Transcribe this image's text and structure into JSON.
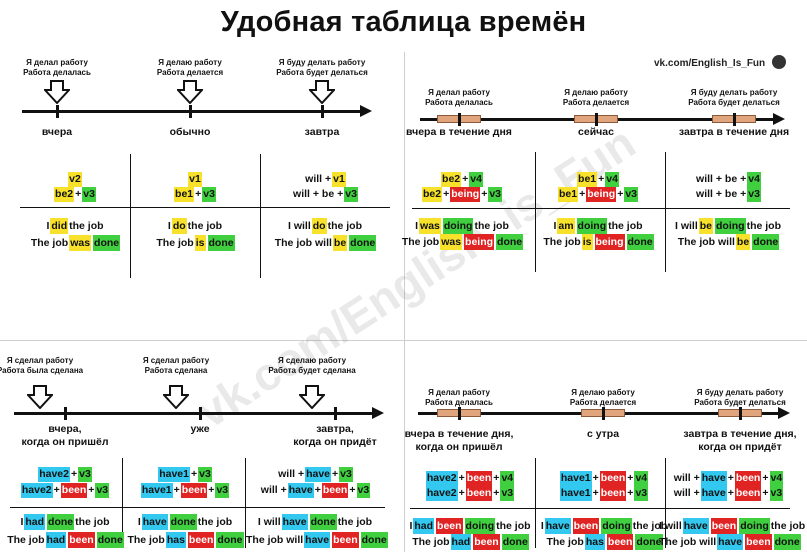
{
  "title": "Удобная таблица времён",
  "vk_link": "vk.com/English_Is_Fun",
  "watermark": "vk.com/English_is_Fun",
  "colors": {
    "yellow": "#f7e12a",
    "green": "#3fcf3f",
    "red": "#e02424",
    "cyan": "#32c8ef",
    "bar": "#e0a57c"
  },
  "q1": {
    "markers": [
      {
        "l1": "Я делал работу",
        "l2": "Работа делалась"
      },
      {
        "l1": "Я делаю работу",
        "l2": "Работа делается"
      },
      {
        "l1": "Я буду делать работу",
        "l2": "Работа будет делаться"
      }
    ],
    "captions": [
      "вчера",
      "обычно",
      "завтра"
    ],
    "formulas": [
      [
        [
          [
            "v2",
            "y"
          ]
        ],
        [
          [
            "be2",
            "y"
          ],
          [
            " + ",
            ""
          ],
          [
            "v3",
            "g"
          ]
        ]
      ],
      [
        [
          [
            "v1",
            "y"
          ]
        ],
        [
          [
            "be1",
            "y"
          ],
          [
            " + ",
            ""
          ],
          [
            "v3",
            "g"
          ]
        ]
      ],
      [
        [
          [
            "will + ",
            ""
          ],
          [
            "v1",
            "y"
          ]
        ],
        [
          [
            "will + be + ",
            ""
          ],
          [
            "v3",
            "g"
          ]
        ]
      ]
    ],
    "examples": [
      [
        [
          [
            "I ",
            ""
          ],
          [
            "did",
            "y"
          ],
          [
            " the job",
            ""
          ]
        ],
        [
          [
            "The job ",
            ""
          ],
          [
            "was",
            "y"
          ],
          [
            " ",
            ""
          ],
          [
            "done",
            "g"
          ]
        ]
      ],
      [
        [
          [
            "I ",
            ""
          ],
          [
            "do",
            "y"
          ],
          [
            " the job",
            ""
          ]
        ],
        [
          [
            "The job ",
            ""
          ],
          [
            "is",
            "y"
          ],
          [
            " ",
            ""
          ],
          [
            "done",
            "g"
          ]
        ]
      ],
      [
        [
          [
            "I will ",
            ""
          ],
          [
            "do",
            "y"
          ],
          [
            " the job",
            ""
          ]
        ],
        [
          [
            "The job will ",
            ""
          ],
          [
            "be",
            "y"
          ],
          [
            " ",
            ""
          ],
          [
            "done",
            "g"
          ]
        ]
      ]
    ]
  },
  "q2": {
    "markers": [
      {
        "l1": "Я делал работу",
        "l2": "Работа делалась"
      },
      {
        "l1": "Я делаю работу",
        "l2": "Работа делается"
      },
      {
        "l1": "Я буду делать работу",
        "l2": "Работа будет делаться"
      }
    ],
    "captions": [
      "вчера в течение дня",
      "сейчас",
      "завтра в течение дня"
    ],
    "formulas": [
      [
        [
          [
            "be2",
            "y"
          ],
          [
            " + ",
            ""
          ],
          [
            "v4",
            "g"
          ]
        ],
        [
          [
            "be2",
            "y"
          ],
          [
            " + ",
            ""
          ],
          [
            "being",
            "r"
          ],
          [
            " + ",
            ""
          ],
          [
            "v3",
            "g"
          ]
        ]
      ],
      [
        [
          [
            "be1",
            "y"
          ],
          [
            " + ",
            ""
          ],
          [
            "v4",
            "g"
          ]
        ],
        [
          [
            "be1",
            "y"
          ],
          [
            " + ",
            ""
          ],
          [
            "being",
            "r"
          ],
          [
            " + ",
            ""
          ],
          [
            "v3",
            "g"
          ]
        ]
      ],
      [
        [
          [
            "will + be + ",
            ""
          ],
          [
            "v4",
            "g"
          ]
        ],
        [
          [
            "will + be + ",
            ""
          ],
          [
            "v3",
            "g"
          ]
        ]
      ]
    ],
    "examples": [
      [
        [
          [
            "I ",
            ""
          ],
          [
            "was",
            "y"
          ],
          [
            " ",
            ""
          ],
          [
            "doing",
            "g"
          ],
          [
            " the job",
            ""
          ]
        ],
        [
          [
            "The job ",
            ""
          ],
          [
            "was",
            "y"
          ],
          [
            " ",
            ""
          ],
          [
            "being",
            "r"
          ],
          [
            " ",
            ""
          ],
          [
            "done",
            "g"
          ]
        ]
      ],
      [
        [
          [
            "I ",
            ""
          ],
          [
            "am",
            "y"
          ],
          [
            " ",
            ""
          ],
          [
            "doing",
            "g"
          ],
          [
            " the job",
            ""
          ]
        ],
        [
          [
            "The job ",
            ""
          ],
          [
            "is",
            "y"
          ],
          [
            " ",
            ""
          ],
          [
            "being",
            "r"
          ],
          [
            " ",
            ""
          ],
          [
            "done",
            "g"
          ]
        ]
      ],
      [
        [
          [
            "I will ",
            ""
          ],
          [
            "be",
            "y"
          ],
          [
            " ",
            ""
          ],
          [
            "doing",
            "g"
          ],
          [
            " the job",
            ""
          ]
        ],
        [
          [
            "The job will ",
            ""
          ],
          [
            "be",
            "y"
          ],
          [
            " ",
            ""
          ],
          [
            "done",
            "g"
          ]
        ]
      ]
    ]
  },
  "q3": {
    "markers": [
      {
        "l1": "Я сделал работу",
        "l2": "Работа была сделана"
      },
      {
        "l1": "Я сделал работу",
        "l2": "Работа сделана"
      },
      {
        "l1": "Я сделаю работу",
        "l2": "Работа будет сделана"
      }
    ],
    "captions": [
      [
        "вчера,",
        "когда он пришёл"
      ],
      [
        "уже",
        ""
      ],
      [
        "завтра,",
        "когда он придёт"
      ]
    ],
    "formulas": [
      [
        [
          [
            "have2",
            "c"
          ],
          [
            " + ",
            ""
          ],
          [
            "v3",
            "g"
          ]
        ],
        [
          [
            "have2",
            "c"
          ],
          [
            " + ",
            ""
          ],
          [
            "been",
            "r"
          ],
          [
            " + ",
            ""
          ],
          [
            "v3",
            "g"
          ]
        ]
      ],
      [
        [
          [
            "have1",
            "c"
          ],
          [
            " + ",
            ""
          ],
          [
            "v3",
            "g"
          ]
        ],
        [
          [
            "have1",
            "c"
          ],
          [
            " + ",
            ""
          ],
          [
            "been",
            "r"
          ],
          [
            " + ",
            ""
          ],
          [
            "v3",
            "g"
          ]
        ]
      ],
      [
        [
          [
            "will + ",
            ""
          ],
          [
            "have",
            "c"
          ],
          [
            " + ",
            ""
          ],
          [
            "v3",
            "g"
          ]
        ],
        [
          [
            "will + ",
            ""
          ],
          [
            "have",
            "c"
          ],
          [
            " + ",
            ""
          ],
          [
            "been",
            "r"
          ],
          [
            " + ",
            ""
          ],
          [
            "v3",
            "g"
          ]
        ]
      ]
    ],
    "examples": [
      [
        [
          [
            "I ",
            ""
          ],
          [
            "had",
            "c"
          ],
          [
            " ",
            ""
          ],
          [
            "done",
            "g"
          ],
          [
            " the job",
            ""
          ]
        ],
        [
          [
            "The job ",
            ""
          ],
          [
            "had",
            "c"
          ],
          [
            " ",
            ""
          ],
          [
            "been",
            "r"
          ],
          [
            " ",
            ""
          ],
          [
            "done",
            "g"
          ]
        ]
      ],
      [
        [
          [
            "I ",
            ""
          ],
          [
            "have",
            "c"
          ],
          [
            " ",
            ""
          ],
          [
            "done",
            "g"
          ],
          [
            " the job",
            ""
          ]
        ],
        [
          [
            "The job ",
            ""
          ],
          [
            "has",
            "c"
          ],
          [
            " ",
            ""
          ],
          [
            "been",
            "r"
          ],
          [
            " ",
            ""
          ],
          [
            "done",
            "g"
          ]
        ]
      ],
      [
        [
          [
            "I will ",
            ""
          ],
          [
            "have",
            "c"
          ],
          [
            " ",
            ""
          ],
          [
            "done",
            "g"
          ],
          [
            " the job",
            ""
          ]
        ],
        [
          [
            "The job will ",
            ""
          ],
          [
            "have",
            "c"
          ],
          [
            " ",
            ""
          ],
          [
            "been",
            "r"
          ],
          [
            " ",
            ""
          ],
          [
            "done",
            "g"
          ]
        ]
      ]
    ]
  },
  "q4": {
    "markers": [
      {
        "l1": "Я делал работу",
        "l2": "Работа делалась"
      },
      {
        "l1": "Я делаю работу",
        "l2": "Работа делается"
      },
      {
        "l1": "Я буду делать работу",
        "l2": "Работа будет делаться"
      }
    ],
    "captions": [
      [
        "вчера в течение дня,",
        "когда он пришёл"
      ],
      [
        "с утра",
        ""
      ],
      [
        "завтра в течение дня,",
        "когда он придёт"
      ]
    ],
    "formulas": [
      [
        [
          [
            "have2",
            "c"
          ],
          [
            " + ",
            ""
          ],
          [
            "been",
            "r"
          ],
          [
            " + ",
            ""
          ],
          [
            "v4",
            "g"
          ]
        ],
        [
          [
            "have2",
            "c"
          ],
          [
            " + ",
            ""
          ],
          [
            "been",
            "r"
          ],
          [
            " + ",
            ""
          ],
          [
            "v3",
            "g"
          ]
        ]
      ],
      [
        [
          [
            "have1",
            "c"
          ],
          [
            " + ",
            ""
          ],
          [
            "been",
            "r"
          ],
          [
            " + ",
            ""
          ],
          [
            "v4",
            "g"
          ]
        ],
        [
          [
            "have1",
            "c"
          ],
          [
            " + ",
            ""
          ],
          [
            "been",
            "r"
          ],
          [
            " + ",
            ""
          ],
          [
            "v3",
            "g"
          ]
        ]
      ],
      [
        [
          [
            "will + ",
            ""
          ],
          [
            "have",
            "c"
          ],
          [
            " + ",
            ""
          ],
          [
            "been",
            "r"
          ],
          [
            " + ",
            ""
          ],
          [
            "v4",
            "g"
          ]
        ],
        [
          [
            "will + ",
            ""
          ],
          [
            "have",
            "c"
          ],
          [
            " + ",
            ""
          ],
          [
            "been",
            "r"
          ],
          [
            " + ",
            ""
          ],
          [
            "v3",
            "g"
          ]
        ]
      ]
    ],
    "examples": [
      [
        [
          [
            "I ",
            ""
          ],
          [
            "had",
            "c"
          ],
          [
            " ",
            ""
          ],
          [
            "been",
            "r"
          ],
          [
            " ",
            ""
          ],
          [
            "doing",
            "g"
          ],
          [
            " the job",
            ""
          ]
        ],
        [
          [
            "The job ",
            ""
          ],
          [
            "had",
            "c"
          ],
          [
            " ",
            ""
          ],
          [
            "been",
            "r"
          ],
          [
            " ",
            ""
          ],
          [
            "done",
            "g"
          ]
        ]
      ],
      [
        [
          [
            "I ",
            ""
          ],
          [
            "have",
            "c"
          ],
          [
            " ",
            ""
          ],
          [
            "been",
            "r"
          ],
          [
            " ",
            ""
          ],
          [
            "doing",
            "g"
          ],
          [
            " the job",
            ""
          ]
        ],
        [
          [
            "The job ",
            ""
          ],
          [
            "has",
            "c"
          ],
          [
            " ",
            ""
          ],
          [
            "been",
            "r"
          ],
          [
            " ",
            ""
          ],
          [
            "done",
            "g"
          ]
        ]
      ],
      [
        [
          [
            "I will ",
            ""
          ],
          [
            "have",
            "c"
          ],
          [
            " ",
            ""
          ],
          [
            "been",
            "r"
          ],
          [
            " ",
            ""
          ],
          [
            "doing",
            "g"
          ],
          [
            " the job",
            ""
          ]
        ],
        [
          [
            "The job will ",
            ""
          ],
          [
            "have",
            "c"
          ],
          [
            " ",
            ""
          ],
          [
            "been",
            "r"
          ],
          [
            " ",
            ""
          ],
          [
            "done",
            "g"
          ]
        ]
      ]
    ]
  }
}
